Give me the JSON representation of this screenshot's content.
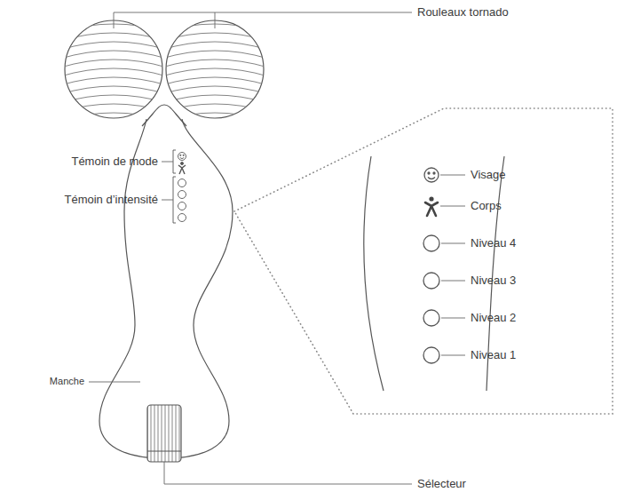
{
  "diagram": {
    "labels": [
      "Rouleaux tornado",
      "Témoin de mode",
      "Témoin d’intensité",
      "Visage",
      "Corps",
      "Niveau 4",
      "Niveau 3",
      "Niveau 2",
      "Niveau 1",
      "Manche",
      "Sélecteur"
    ]
  }
}
